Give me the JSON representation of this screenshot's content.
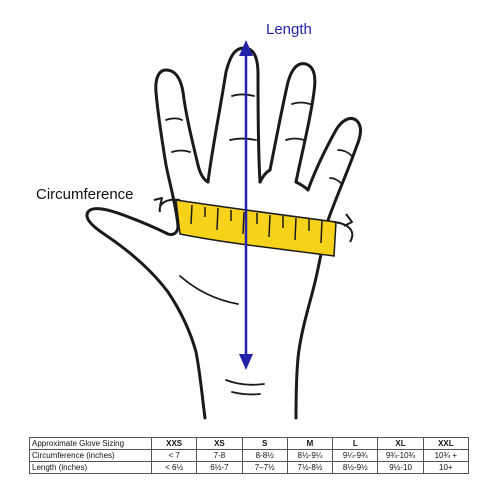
{
  "diagram": {
    "length_label": "Length",
    "circumference_label": "Circumference",
    "colors": {
      "length_arrow": "#2222aa",
      "tape_fill": "#f7d21a",
      "outline": "#1a1a1a"
    }
  },
  "table": {
    "header_label": "Approximate Glove Sizing",
    "sizes": [
      "XXS",
      "XS",
      "S",
      "M",
      "L",
      "XL",
      "XXL"
    ],
    "rows": [
      {
        "label": "Circumference (inches)",
        "values": [
          "< 7",
          "7-8",
          "8-8½",
          "8½-9¼",
          "9¼-9¾",
          "9¾-10¾",
          "10¾ +"
        ]
      },
      {
        "label": "Length (inches)",
        "values": [
          "< 6½",
          "6½-7",
          "7–7½",
          "7½-8½",
          "8½-9½",
          "9½-10",
          "10+"
        ]
      }
    ]
  }
}
